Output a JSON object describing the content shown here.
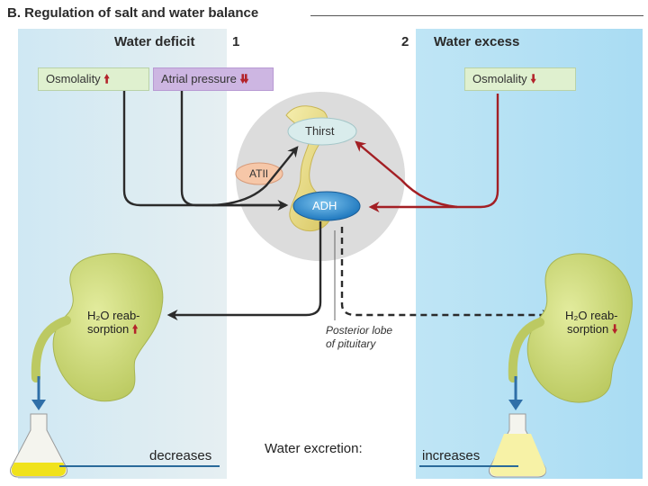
{
  "section": {
    "title": "B. Regulation of salt and water balance"
  },
  "left": {
    "number": "1",
    "header": "Water deficit",
    "osmolality_label": "Osmolality",
    "atrial_label": "Atrial pressure",
    "reabsorption_line1": "H₂O reab-",
    "reabsorption_line2": "sorption",
    "excretion_result": "decreases"
  },
  "right": {
    "number": "2",
    "header": "Water excess",
    "osmolality_label": "Osmolality",
    "reabsorption_line1": "H₂O reab-",
    "reabsorption_line2": "sorption",
    "excretion_result": "increases"
  },
  "center": {
    "thirst": "Thirst",
    "at2": "ATII",
    "adh": "ADH",
    "pituitary_line1": "Posterior lobe",
    "pituitary_line2": "of pituitary",
    "excretion_label": "Water excretion:"
  },
  "colors": {
    "arrow_dark": "#2b2b2b",
    "arrow_red": "#a31f24",
    "up_arrow": "#b3232a",
    "kidney": "#cfdc7a",
    "adh_blue": "#2d8fd0",
    "outlet_blue": "#2f6fa8"
  },
  "icons": {
    "up": "arrow-up-icon",
    "down": "arrow-down-icon",
    "double_down": "double-arrow-down-icon",
    "kidney": "kidney-icon",
    "flask": "flask-icon"
  }
}
